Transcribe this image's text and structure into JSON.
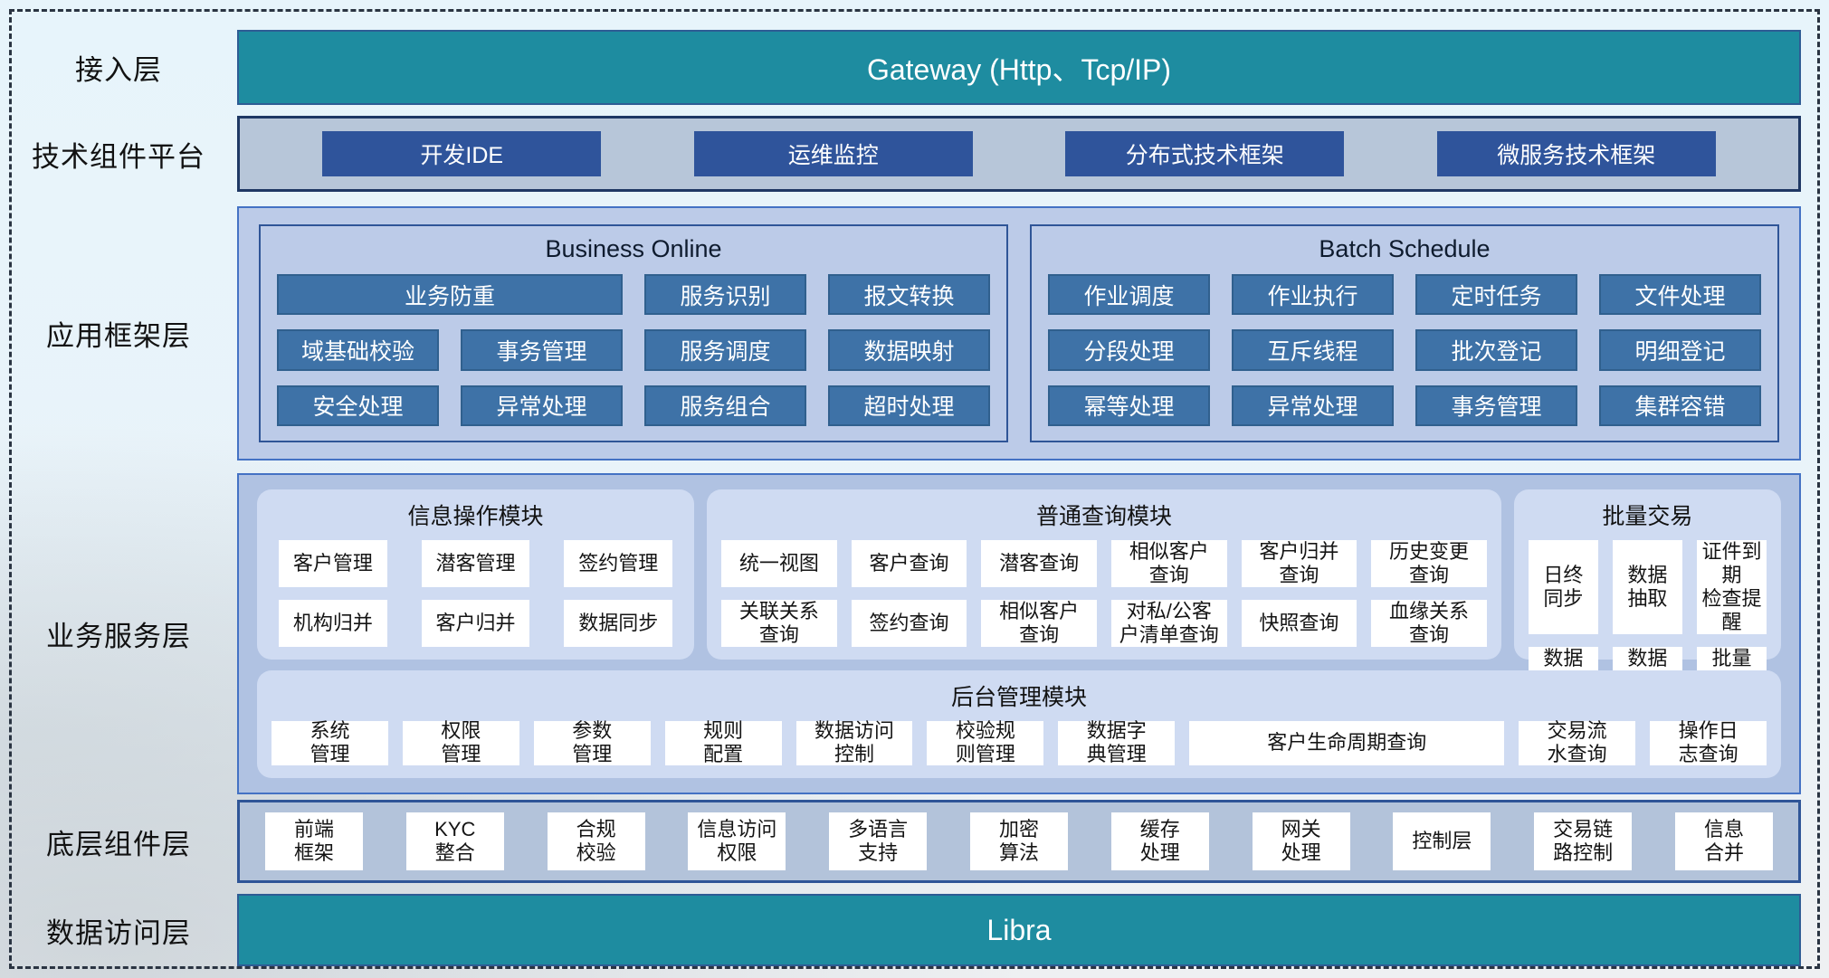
{
  "colors": {
    "teal_bar": "#1E8CA0",
    "navy_button": "#2F549B",
    "steel_button": "#3E72A7",
    "tech_panel_bg": "#B7C6D9",
    "framework_panel_bg": "#BCCBE8",
    "business_panel_bg": "#B0C2E2",
    "module_bg": "#CFDBF2",
    "panel_border_blue": "#4472C4",
    "panel_border_navy": "#2F5597"
  },
  "layers": {
    "access": {
      "label": "接入层",
      "bar_text": "Gateway (Http、Tcp/IP)"
    },
    "tech_platform": {
      "label": "技术组件平台",
      "buttons": [
        "开发IDE",
        "运维监控",
        "分布式技术框架",
        "微服务技术框架"
      ]
    },
    "app_framework": {
      "label": "应用框架层",
      "panels": [
        {
          "title": "Business Online",
          "rows": [
            [
              {
                "text": "业务防重",
                "span": 2
              },
              {
                "text": "服务识别"
              },
              {
                "text": "报文转换"
              }
            ],
            [
              "域基础校验",
              "事务管理",
              "服务调度",
              "数据映射"
            ],
            [
              "安全处理",
              "异常处理",
              "服务组合",
              "超时处理"
            ]
          ]
        },
        {
          "title": "Batch Schedule",
          "rows": [
            [
              "作业调度",
              "作业执行",
              "定时任务",
              "文件处理"
            ],
            [
              "分段处理",
              "互斥线程",
              "批次登记",
              "明细登记"
            ],
            [
              "幂等处理",
              "异常处理",
              "事务管理",
              "集群容错"
            ]
          ]
        }
      ]
    },
    "business_services": {
      "label": "业务服务层",
      "modules": [
        {
          "title": "信息操作模块",
          "rows": [
            [
              "客户管理",
              "潜客管理",
              "签约管理"
            ],
            [
              "机构归并",
              "客户归并",
              "数据同步"
            ]
          ]
        },
        {
          "title": "普通查询模块",
          "rows": [
            [
              "统一视图",
              "客户查询",
              "潜客查询",
              "相似客户\n查询",
              "客户归并\n查询",
              "历史变更\n查询"
            ],
            [
              "关联关系\n查询",
              "签约查询",
              "相似客户\n查询",
              "对私/公客\n户清单查询",
              "快照查询",
              "血缘关系\n查询"
            ]
          ]
        },
        {
          "title": "批量交易",
          "rows": [
            [
              "日终\n同步",
              "数据\n抽取",
              "证件到期\n检查提醒"
            ],
            [
              "数据\n转换",
              "数据\n装载",
              "批量\n开户"
            ]
          ]
        }
      ],
      "admin_module": {
        "title": "后台管理模块",
        "items": [
          {
            "text": "系统\n管理"
          },
          {
            "text": "权限\n管理"
          },
          {
            "text": "参数\n管理"
          },
          {
            "text": "规则\n配置"
          },
          {
            "text": "数据访问\n控制"
          },
          {
            "text": "校验规\n则管理"
          },
          {
            "text": "数据字\n典管理"
          },
          {
            "text": "客户生命周期查询",
            "wide": true
          },
          {
            "text": "交易流\n水查询"
          },
          {
            "text": "操作日\n志查询"
          }
        ]
      }
    },
    "base_components": {
      "label": "底层组件层",
      "items": [
        "前端\n框架",
        "KYC\n整合",
        "合规\n校验",
        "信息访问\n权限",
        "多语言\n支持",
        "加密\n算法",
        "缓存\n处理",
        "网关\n处理",
        "控制层",
        "交易链\n路控制",
        "信息\n合并"
      ]
    },
    "data_access": {
      "label": "数据访问层",
      "bar_text": "Libra"
    }
  }
}
